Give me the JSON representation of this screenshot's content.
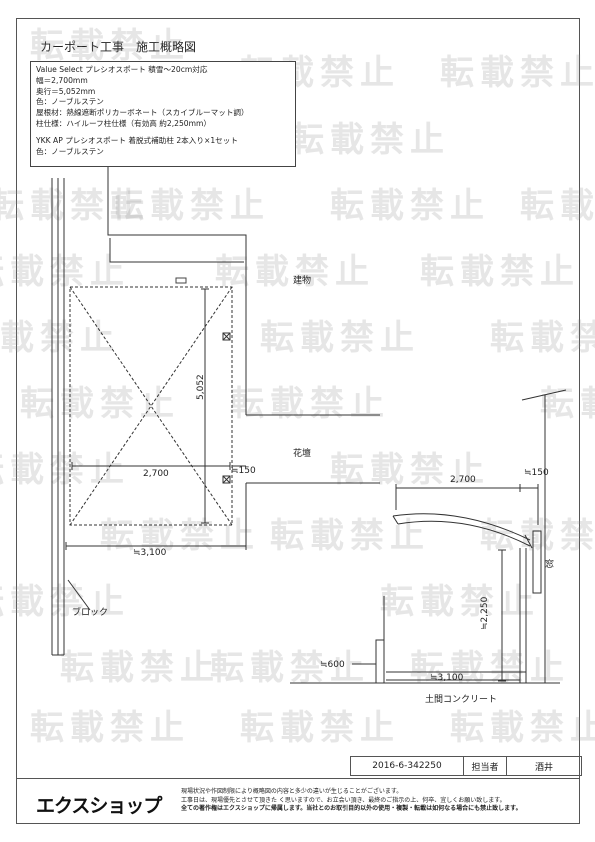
{
  "title": "カーポート工事　施工概略図",
  "spec": {
    "lines1": [
      "Value Select プレシオスポート 積雪〜20cm対応",
      "幅＝2,700mm",
      "奥行＝5,052mm",
      "色：ノーブルステン",
      "屋根材：熱線遮断ポリカーボネート（スカイブルーマット調）",
      "柱仕様：ハイルーフ柱仕様（有効高 約2,250mm）"
    ],
    "lines2": [
      "YKK AP プレシオスポート 着脱式補助柱 2本入り×1セット",
      "色：ノーブルステン"
    ]
  },
  "plan": {
    "label_building": "建物",
    "label_flowerbed": "花壇",
    "label_block": "ブロック",
    "dim_depth": "5,052",
    "dim_width": "2,700",
    "dim_offset": "≒150",
    "dim_total": "≒3,100"
  },
  "elevation": {
    "dim_width": "2,700",
    "dim_offset": "≒150",
    "dim_height": "≒2,250",
    "dim_base": "≒600",
    "dim_total": "≒3,100",
    "label_window": "窓",
    "label_ground": "土間コンクリート"
  },
  "watermark": "転載禁止",
  "meta": {
    "doc_id": "2016-6-342250",
    "role_label": "担当者",
    "person": "酒井"
  },
  "footer": {
    "logo": "エクスショップ",
    "notes": [
      "現場状況や作図制限により概略図の内容と多少の違いが生じることがございます。",
      "工事日は、現場優先とさせて頂きた く思いますので、お立会い頂き、最終のご指示の上、何卒、宜しくお願い致します。",
      "全ての著作権はエクスショップに帰属します。当社とのお取引目的以外の使用・複製・転載は如何なる場合にも禁止致します。"
    ]
  }
}
